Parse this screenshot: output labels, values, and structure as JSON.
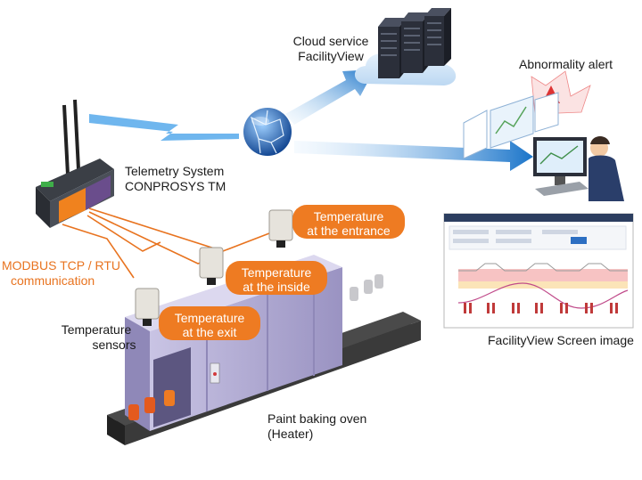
{
  "labels": {
    "cloud_title": "Cloud service",
    "cloud_name": "FacilityView",
    "abnormality_alert": "Abnormality alert",
    "telemetry_title": "Telemetry System",
    "telemetry_name": "CONPROSYS TM",
    "modbus_line1": "MODBUS TCP / RTU",
    "modbus_line2": "communication",
    "sensors_line1": "Temperature",
    "sensors_line2": "sensors",
    "oven_line1": "Paint baking oven",
    "oven_line2": "(Heater)",
    "screen_caption": "FacilityView Screen image"
  },
  "bubbles": {
    "entrance": {
      "line1": "Temperature",
      "line2": "at the entrance"
    },
    "inside": {
      "line1": "Temperature",
      "line2": "at the inside"
    },
    "exit": {
      "line1": "Temperature",
      "line2": "at the exit"
    }
  },
  "colors": {
    "accent_orange": "#ee7b22",
    "line_orange": "#e8731f",
    "flow_blue": "#1f7fd0",
    "oven_body": "#b9b3d6",
    "conveyor": "#3a3a3a"
  }
}
